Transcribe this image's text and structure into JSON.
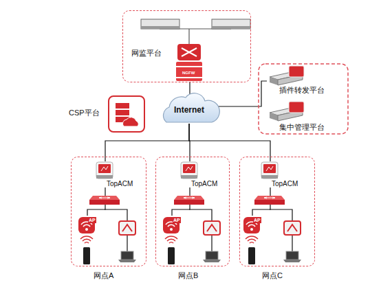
{
  "diagram": {
    "nodes": [
      {
        "text": [
          "网监平台"
        ]
      },
      {
        "text": [
          "NGFW"
        ],
        "in": 0
      },
      {
        "text": [
          "插件转发平台"
        ]
      },
      {
        "text": [
          "集中管理平台"
        ]
      },
      {
        "text": [
          "CSP平台"
        ]
      },
      {
        "text": [
          "Internet"
        ]
      },
      {
        "text": [
          "网点A"
        ]
      },
      {
        "text": [
          "TopACM"
        ],
        "in": 6
      },
      {
        "text": [
          "AP"
        ],
        "in": 6
      },
      {
        "text": [
          "网点B"
        ]
      },
      {
        "text": [
          "TopACM"
        ],
        "in": 9
      },
      {
        "text": [
          "AP"
        ],
        "in": 9
      },
      {
        "text": [
          "网点C"
        ]
      },
      {
        "text": [
          "TopACM"
        ],
        "in": 12
      },
      {
        "text": [
          "AP"
        ],
        "in": 12
      }
    ],
    "edges": [
      {
        "from": 1,
        "to": 5,
        "arrow": "none"
      },
      {
        "from": 5,
        "to": 2,
        "arrow": "none"
      },
      {
        "from": 5,
        "to": 7,
        "arrow": "none"
      },
      {
        "from": 5,
        "to": 10,
        "arrow": "none"
      },
      {
        "from": 5,
        "to": 13,
        "arrow": "none"
      },
      {
        "from": 7,
        "to": 8,
        "arrow": "none"
      },
      {
        "from": 10,
        "to": 11,
        "arrow": "none"
      },
      {
        "from": 13,
        "to": 14,
        "arrow": "none"
      }
    ]
  }
}
